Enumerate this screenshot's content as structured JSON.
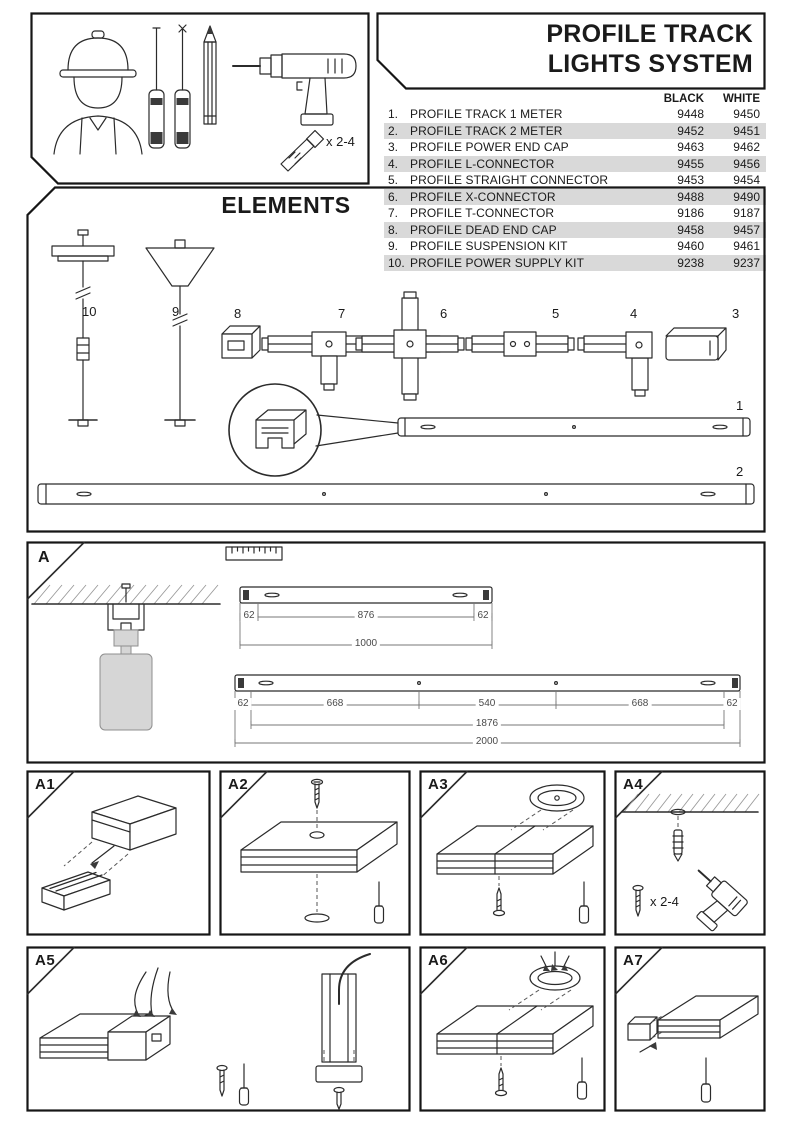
{
  "header": {
    "title_line1": "PROFILE TRACK",
    "title_line2": "LIGHTS SYSTEM"
  },
  "tools": {
    "screws_qty": "x 2-4"
  },
  "parts_table": {
    "columns": {
      "black": "BLACK",
      "white": "WHITE"
    },
    "rows": [
      {
        "num": "1.",
        "name": "PROFILE TRACK 1 METER",
        "black": "9448",
        "white": "9450"
      },
      {
        "num": "2.",
        "name": "PROFILE TRACK 2 METER",
        "black": "9452",
        "white": "9451"
      },
      {
        "num": "3.",
        "name": "PROFILE POWER END CAP",
        "black": "9463",
        "white": "9462"
      },
      {
        "num": "4.",
        "name": "PROFILE L-CONNECTOR",
        "black": "9455",
        "white": "9456"
      },
      {
        "num": "5.",
        "name": "PROFILE STRAIGHT CONNECTOR",
        "black": "9453",
        "white": "9454"
      },
      {
        "num": "6.",
        "name": "PROFILE X-CONNECTOR",
        "black": "9488",
        "white": "9490"
      },
      {
        "num": "7.",
        "name": "PROFILE T-CONNECTOR",
        "black": "9186",
        "white": "9187"
      },
      {
        "num": "8.",
        "name": "PROFILE DEAD END CAP",
        "black": "9458",
        "white": "9457"
      },
      {
        "num": "9.",
        "name": "PROFILE SUSPENSION KIT",
        "black": "9460",
        "white": "9461"
      },
      {
        "num": "10.",
        "name": "PROFILE POWER SUPPLY KIT",
        "black": "9238",
        "white": "9237"
      }
    ]
  },
  "elements": {
    "heading": "ELEMENTS",
    "item_labels": {
      "i1": "1",
      "i2": "2",
      "i3": "3",
      "i4": "4",
      "i5": "5",
      "i6": "6",
      "i7": "7",
      "i8": "8",
      "i9": "9",
      "i10": "10"
    }
  },
  "section_a": {
    "label": "A",
    "track1": {
      "d_left": "62",
      "d_mid": "876",
      "d_right": "62",
      "d_total": "1000"
    },
    "track2": {
      "d_left": "62",
      "d_seg1": "668",
      "d_mid": "540",
      "d_seg2": "668",
      "d_right": "62",
      "d_inner": "1876",
      "d_total": "2000"
    }
  },
  "steps": {
    "a1": "A1",
    "a2": "A2",
    "a3": "A3",
    "a4": "A4",
    "a5": "A5",
    "a6": "A6",
    "a7": "A7",
    "a4_screws_qty": "x 2-4"
  },
  "colors": {
    "row_shade": "#d9d9d9",
    "line_black": "#1a1a1a"
  }
}
